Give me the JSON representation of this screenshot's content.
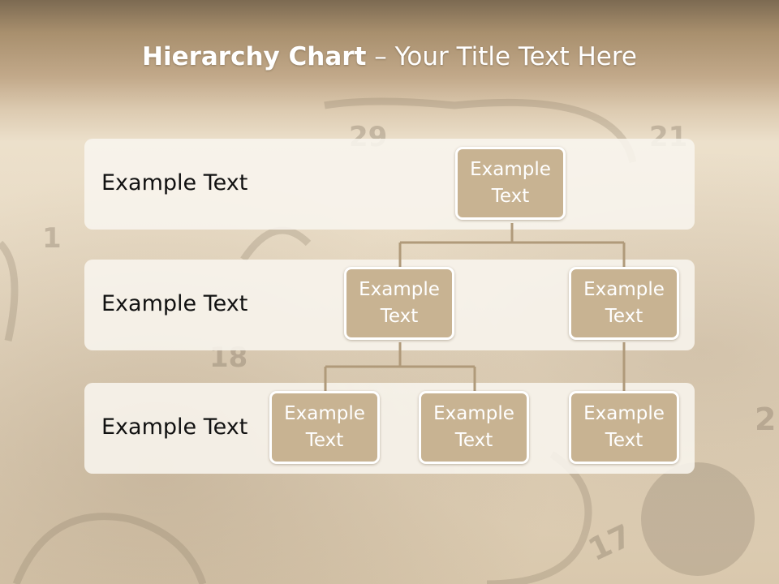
{
  "title": {
    "bold": "Hierarchy Chart",
    "rest": " – Your Title Text Here"
  },
  "rows": [
    {
      "label": "Example Text"
    },
    {
      "label": "Example Text"
    },
    {
      "label": "Example Text"
    }
  ],
  "nodes": {
    "top": {
      "line1": "Example",
      "line2": "Text"
    },
    "mid_left": {
      "line1": "Example",
      "line2": "Text"
    },
    "mid_right": {
      "line1": "Example",
      "line2": "Text"
    },
    "bottom_1": {
      "line1": "Example",
      "line2": "Text"
    },
    "bottom_2": {
      "line1": "Example",
      "line2": "Text"
    },
    "bottom_3": {
      "line1": "Example",
      "line2": "Text"
    }
  },
  "colors": {
    "node_fill": "#c8b392",
    "connector": "#b09a7a",
    "band": "#f8f5ee"
  },
  "background_numbers": [
    "1",
    "29",
    "21",
    "18",
    "2",
    "17"
  ]
}
